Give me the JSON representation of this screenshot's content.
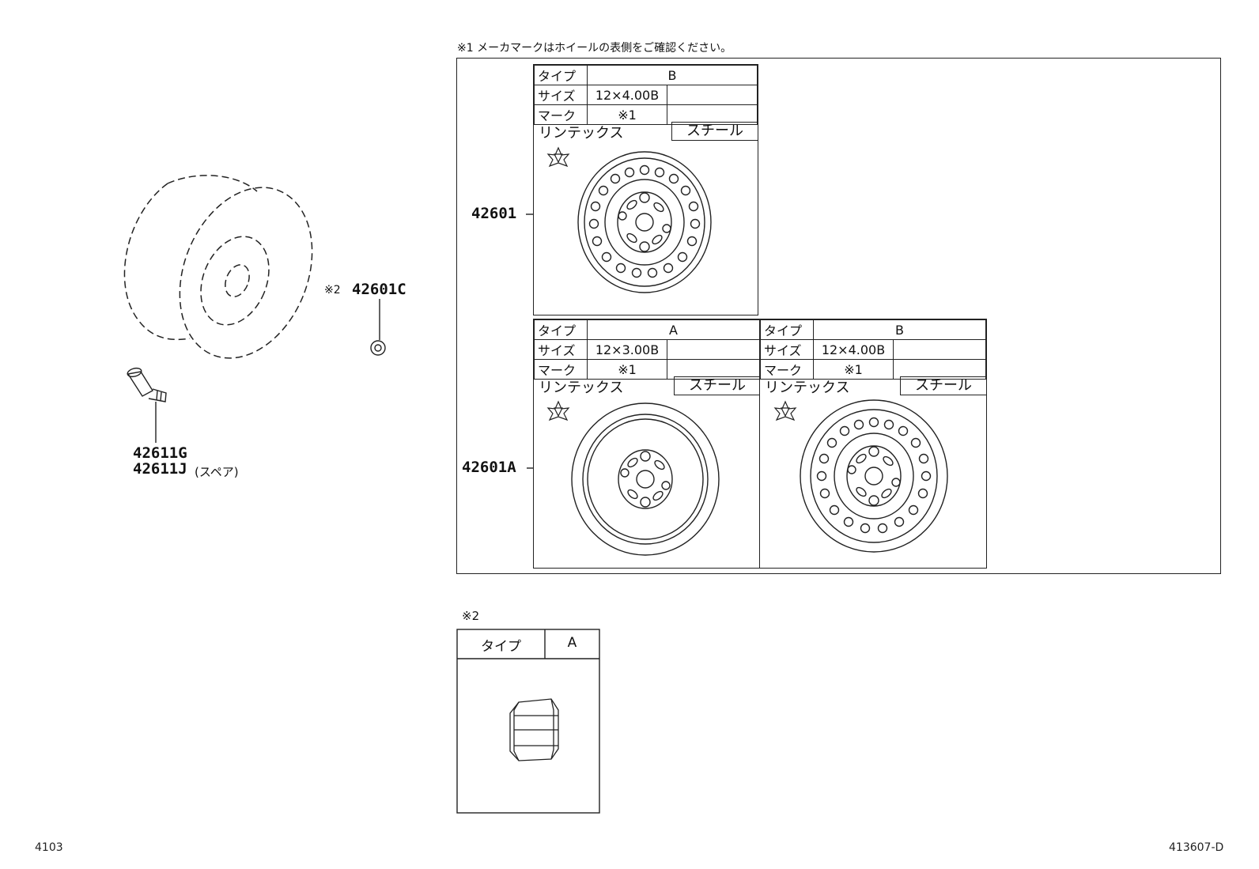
{
  "notes": {
    "maker_mark": "※1 メーカマークはホイールの表側をご確認ください。",
    "asterisk2": "※2"
  },
  "parts": {
    "wheel_b_top": "42601",
    "wheel_a": "42601A",
    "nut": "42601C",
    "nut_prefix": "※2",
    "valve_1": "42611G",
    "valve_2": "42611J",
    "valve_2_note": "(スペア)"
  },
  "spec_labels": {
    "type": "タイプ",
    "size": "サイズ",
    "mark": "マーク",
    "rintex": "リンテックス",
    "steel": "スチール"
  },
  "panels": [
    {
      "type": "B",
      "size": "12×4.00B",
      "mark": "※1"
    },
    {
      "type": "A",
      "size": "12×3.00B",
      "mark": "※1"
    },
    {
      "type": "B",
      "size": "12×4.00B",
      "mark": "※1"
    }
  ],
  "nut_table": {
    "type_label": "タイプ",
    "type_value": "A"
  },
  "footer": {
    "left": "4103",
    "right": "413607-D"
  }
}
